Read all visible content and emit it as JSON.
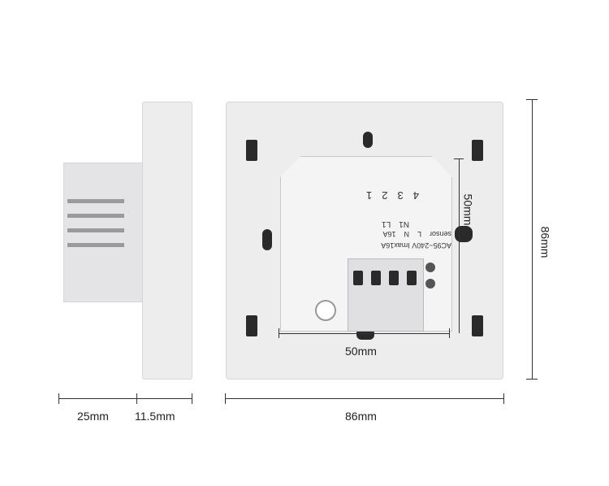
{
  "dimensions": {
    "depth_body": "25mm",
    "depth_plate": "11.5mm",
    "width": "86mm",
    "height": "86mm",
    "module_width": "50mm",
    "module_height": "50mm"
  },
  "device_markings": {
    "rating": "AC95~240V Imax16A",
    "current": "16A",
    "terminal_labels": [
      "L1",
      "N1",
      "N",
      "L"
    ],
    "terminal_numbers": [
      "1",
      "2",
      "3",
      "4"
    ],
    "sensor": "sensor"
  },
  "colors": {
    "plate": "#ededee",
    "line": "#333333"
  }
}
